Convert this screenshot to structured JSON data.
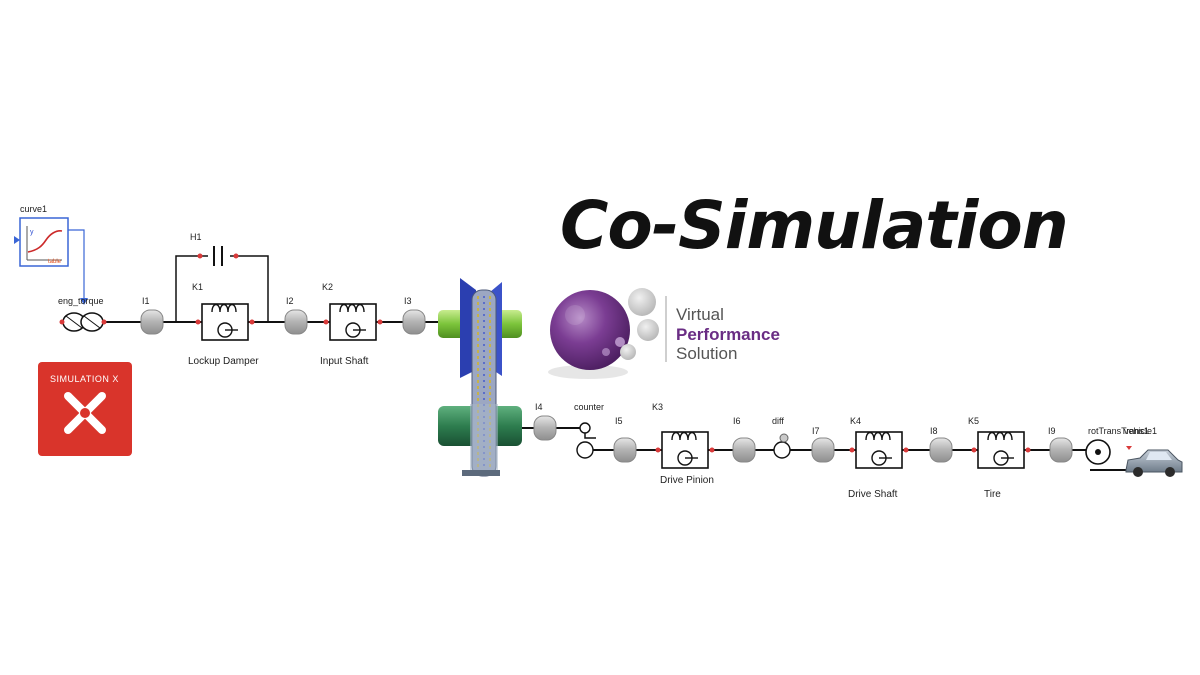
{
  "title": "Co-Simulation",
  "logo_vps": {
    "line1": "Virtual",
    "line2": "Performance",
    "line3": "Solution",
    "accent": "#6a2d84"
  },
  "logo_simx": {
    "text": "SIMULATION X",
    "color": "#d9342b"
  },
  "diagram": {
    "curve": {
      "label": "curve1",
      "sub": "table",
      "axis": "y"
    },
    "source": {
      "label": "eng_torque"
    },
    "upper": {
      "inertias": [
        "I1",
        "I2",
        "I3"
      ],
      "parallel_element": "H1",
      "springs": [
        {
          "id": "K1",
          "caption": "Lockup Damper"
        },
        {
          "id": "K2",
          "caption": "Input Shaft"
        }
      ]
    },
    "lower": {
      "inertias": [
        "I4",
        "I5",
        "I6",
        "I7",
        "I8",
        "I9"
      ],
      "gears": [
        "counter",
        "diff"
      ],
      "springs": [
        {
          "id": "K3",
          "caption": "Drive Pinion"
        },
        {
          "id": "K4",
          "caption": "Drive Shaft"
        },
        {
          "id": "K5",
          "caption": "Tire"
        }
      ],
      "converter": "rotTransTrans1",
      "vehicle": "vehicle1"
    }
  },
  "colors": {
    "wire": "#111111",
    "connector": "#d93a3a",
    "inertia": "#b9b9b9",
    "shaft_green": "#7cc43b",
    "shaft_dark": "#2e7d4f",
    "disc_blue": "#2b3fb0"
  }
}
